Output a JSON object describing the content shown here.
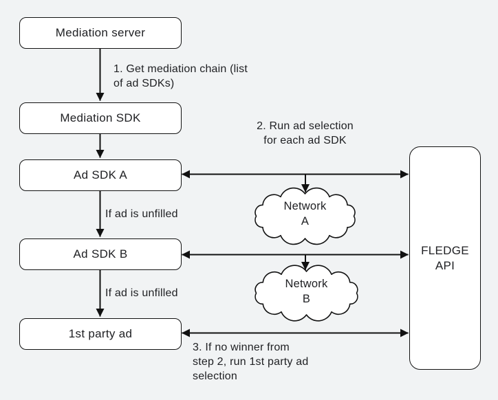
{
  "colors": {
    "background": "#f1f3f4",
    "node_fill": "#ffffff",
    "stroke": "#111111",
    "text": "#202124"
  },
  "nodes": {
    "mediation_server": "Mediation server",
    "mediation_sdk": "Mediation SDK",
    "ad_sdk_a": "Ad SDK A",
    "ad_sdk_b": "Ad SDK B",
    "first_party_ad": "1st party ad",
    "fledge_api": "FLEDGE\nAPI",
    "network_a": "Network\nA",
    "network_b": "Network\nB"
  },
  "annotations": {
    "step1": "1. Get mediation chain (list\nof ad SDKs)",
    "step2": "2. Run ad selection\nfor each ad SDK",
    "if_unfilled_1": "If ad is unfilled",
    "if_unfilled_2": "If ad is unfilled",
    "step3": "3. If no winner from\nstep 2, run 1st party ad\nselection"
  }
}
